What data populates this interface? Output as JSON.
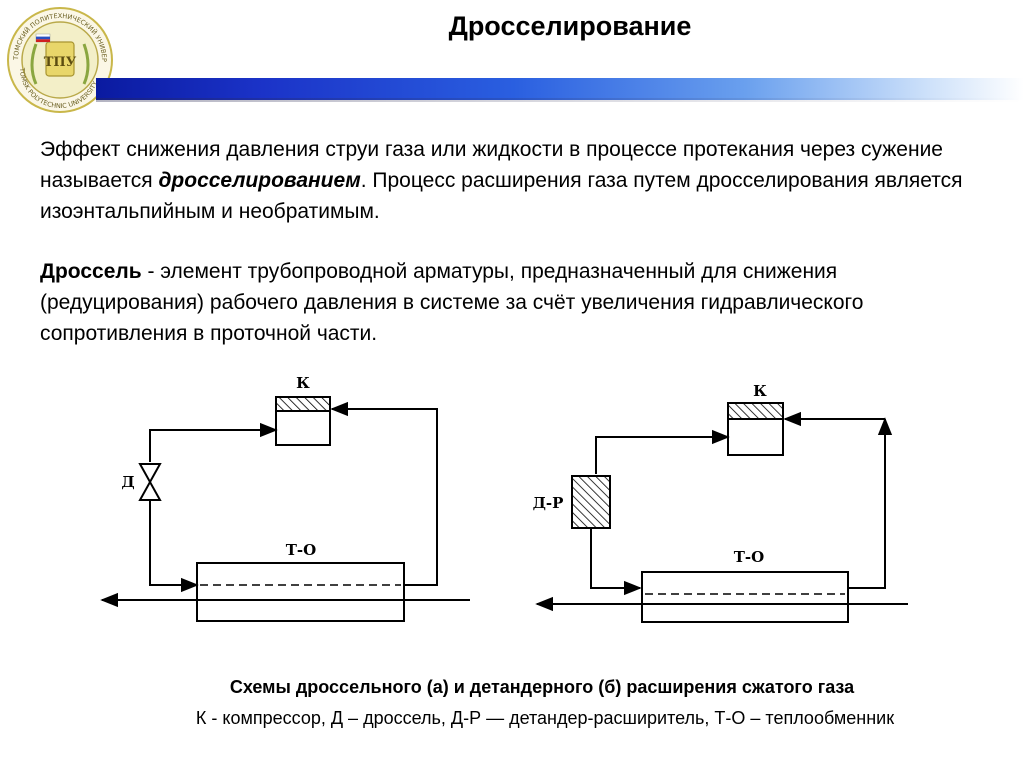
{
  "header": {
    "title": "Дросселирование",
    "logo_icon": "university-seal-icon",
    "logo_text_top": "ТОМСКИЙ ПОЛИТЕХНИЧЕСКИЙ УНИВЕРСИТЕТ",
    "logo_text_bottom": "TOMSK POLYTECHNIC UNIVERSITY",
    "logo_monogram": "ТПУ",
    "band_color_start": "#0a1aa0",
    "band_color_end": "#ffffff"
  },
  "body": {
    "p1_a": "Эффект снижения давления струи газа или жидкости в процессе протекания через сужение называется ",
    "p1_term": "дросселированием",
    "p1_b": ". Процесс расширения газа путем дросселирования является изоэнтальпийным и необратимым.",
    "p2_term": "Дроссель",
    "p2_rest": " - элемент трубопроводной арматуры, предназначенный для снижения (редуцирования) рабочего давления в системе за счёт увеличения гидравлического сопротивления в проточной части."
  },
  "diagram_a": {
    "compressor_label": "К",
    "throttle_label": "Д",
    "heat_exchanger_label": "Т-О"
  },
  "diagram_b": {
    "compressor_label": "К",
    "expander_label": "Д-Р",
    "heat_exchanger_label": "Т-О"
  },
  "caption": {
    "title": "Схемы дроссельного (а) и детандерного (б) расширения сжатого газа",
    "legend": "К - компрессор, Д – дроссель, Д-Р — детандер-расширитель, Т-О – теплообменник"
  }
}
